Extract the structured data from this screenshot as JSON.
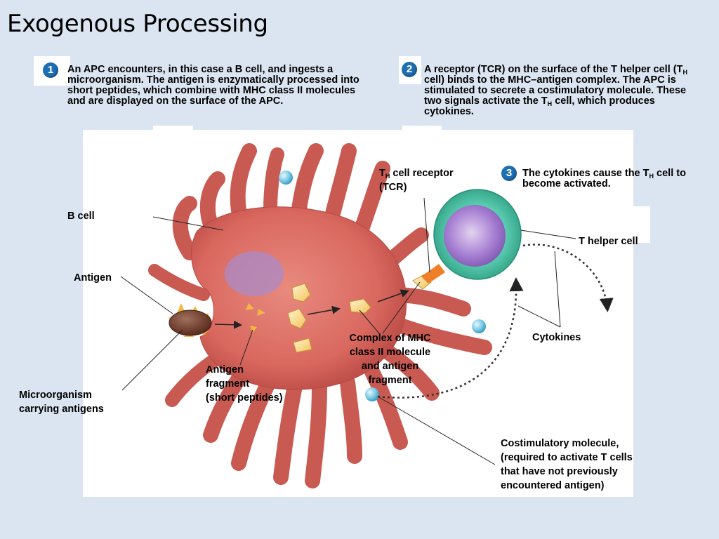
{
  "title": "Exogenous Processing",
  "steps": [
    {
      "number": "1",
      "text": "An APC encounters, in this case a B cell, and ingests a microorganism. The antigen is enzymatically processed into short peptides, which combine with MHC class II molecules and are displayed on the surface of the APC."
    },
    {
      "number": "2",
      "text_a": "A receptor (TCR) on the surface of the T helper cell (T",
      "sub_a": "H",
      "text_b": " cell) binds to the MHC–antigen complex.  The APC is stimulated to secrete a costimulatory molecule. These two signals activate the T",
      "sub_b": "H",
      "text_c": " cell, which produces cytokines."
    },
    {
      "number": "3",
      "text_a": "The cytokines cause the T",
      "sub_a": "H",
      "text_b": " cell to become activated."
    }
  ],
  "labels": {
    "b_cell": "B cell",
    "antigen": "Antigen",
    "microorganism_line1": "Microorganism",
    "microorganism_line2": "carrying antigens",
    "antigen_fragment_line1": "Antigen",
    "antigen_fragment_line2": "fragment",
    "antigen_fragment_line3": "(short peptides)",
    "tcr_prefix": "T",
    "tcr_sub": "H",
    "tcr_line1_rest": " cell receptor",
    "tcr_line2": "(TCR)",
    "mhc_line1": "Complex of MHC",
    "mhc_line2": "class II molecule",
    "mhc_line3": "and antigen",
    "mhc_line4": "fragment",
    "t_helper_cell": "T helper cell",
    "cytokines": "Cytokines",
    "costim_line1": "Costimulatory molecule,",
    "costim_line2": "(required to activate T cells",
    "costim_line3": "that have not previously",
    "costim_line4": "encountered antigen)"
  },
  "colors": {
    "background": "#dbe5f1",
    "badge": "#1f6fb5",
    "apc_cell": "#d9685f",
    "apc_dark": "#b84a44",
    "nucleus": "#a98bc8",
    "t_cell_outer": "#3fbf9f",
    "t_cell_nucleus": "#9b6fc9",
    "microorganism": "#6b3a2a",
    "peptide": "#f7d27a",
    "costimulatory": "#7fcbe6",
    "tcr": "#f07f2a"
  },
  "icons": [
    "step-1-badge",
    "step-2-badge",
    "step-3-badge"
  ]
}
